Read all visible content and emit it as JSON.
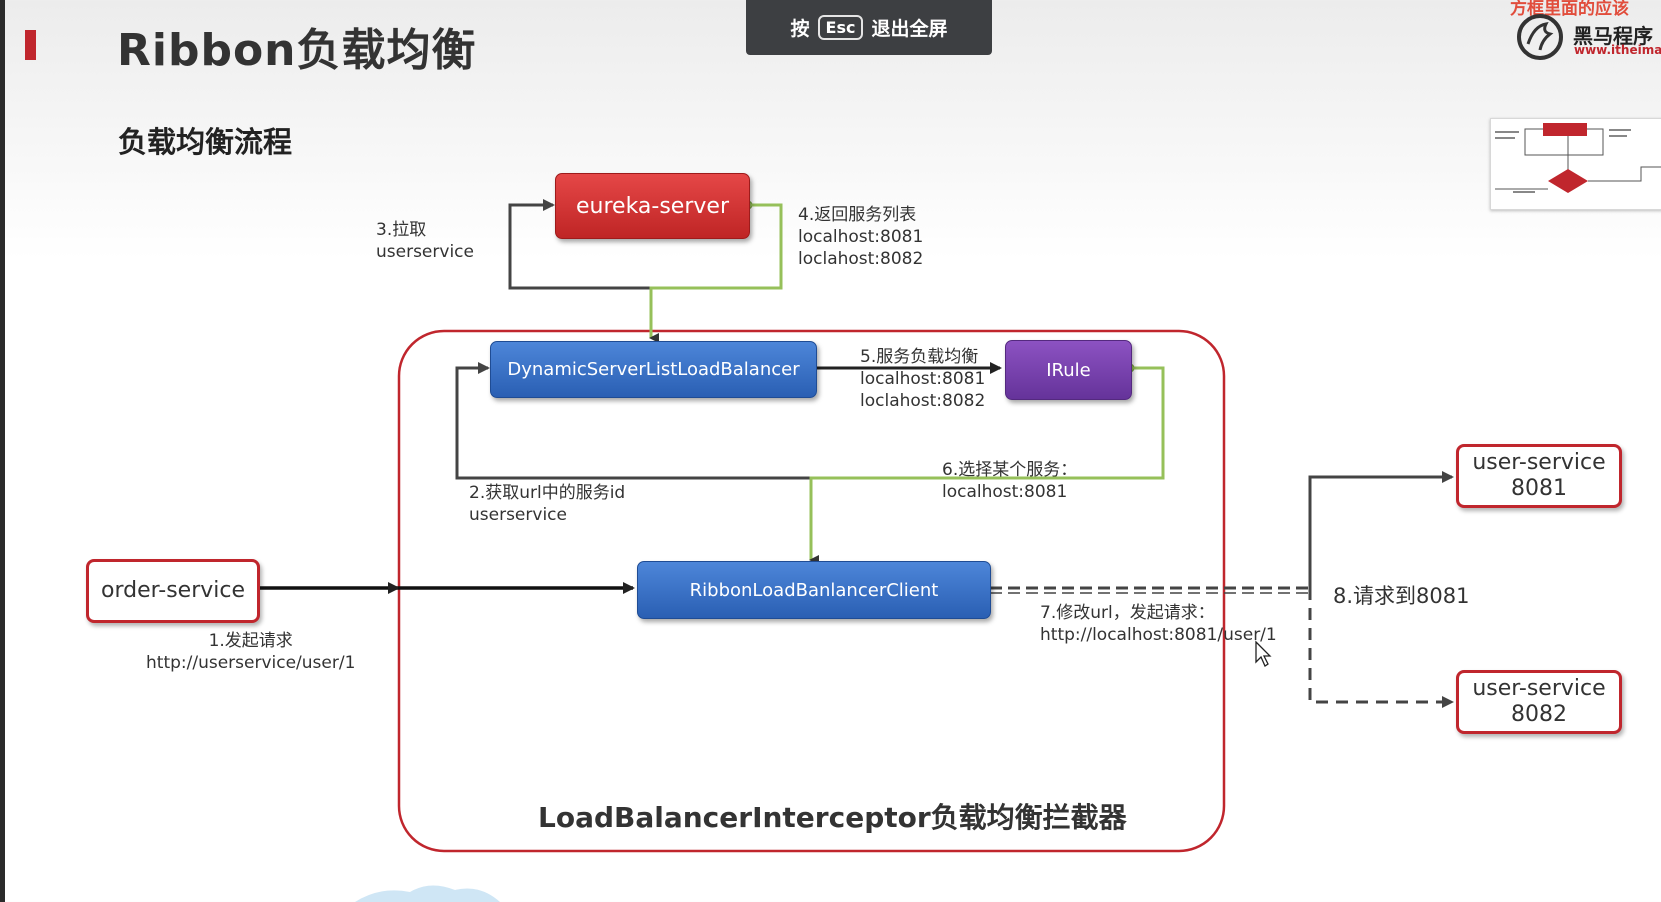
{
  "header": {
    "title": "Ribbon负载均衡",
    "section": "负载均衡流程"
  },
  "esc_banner": {
    "prefix": "按",
    "key": "Esc",
    "suffix": "退出全屏"
  },
  "logo": {
    "top_text": "方框里面的应该",
    "name": "黑马程序",
    "url": "www.itheima.c"
  },
  "nodes": {
    "eureka": "eureka-server",
    "dynamic": "DynamicServerListLoadBalancer",
    "irule": "IRule",
    "ribbon_client": "RibbonLoadBanlancerClient",
    "order": "order-service",
    "user1_line1": "user-service",
    "user1_line2": "8081",
    "user2_line1": "user-service",
    "user2_line2": "8082"
  },
  "labels": {
    "step3": "3.拉取\nuserservice",
    "step4": "4.返回服务列表\nlocalhost:8081\nloclahost:8082",
    "step5": "5.服务负载均衡\nlocalhost:8081\nloclahost:8082",
    "step6": "6.选择某个服务：\nlocalhost:8081",
    "step2": "2.获取url中的服务id\nuserservice",
    "step1": "1.发起请求\nhttp://userservice/user/1",
    "step7": "7.修改url，发起请求：\nhttp://localhost:8081/user/1",
    "step8": "8.请求到8081",
    "interceptor": "LoadBalancerInterceptor负载均衡拦截器"
  },
  "colors": {
    "accent_red": "#c0262d",
    "node_blue": "#3570c6",
    "node_purple": "#7542aa",
    "line_green": "#96c05a",
    "line_dark": "#333333"
  }
}
